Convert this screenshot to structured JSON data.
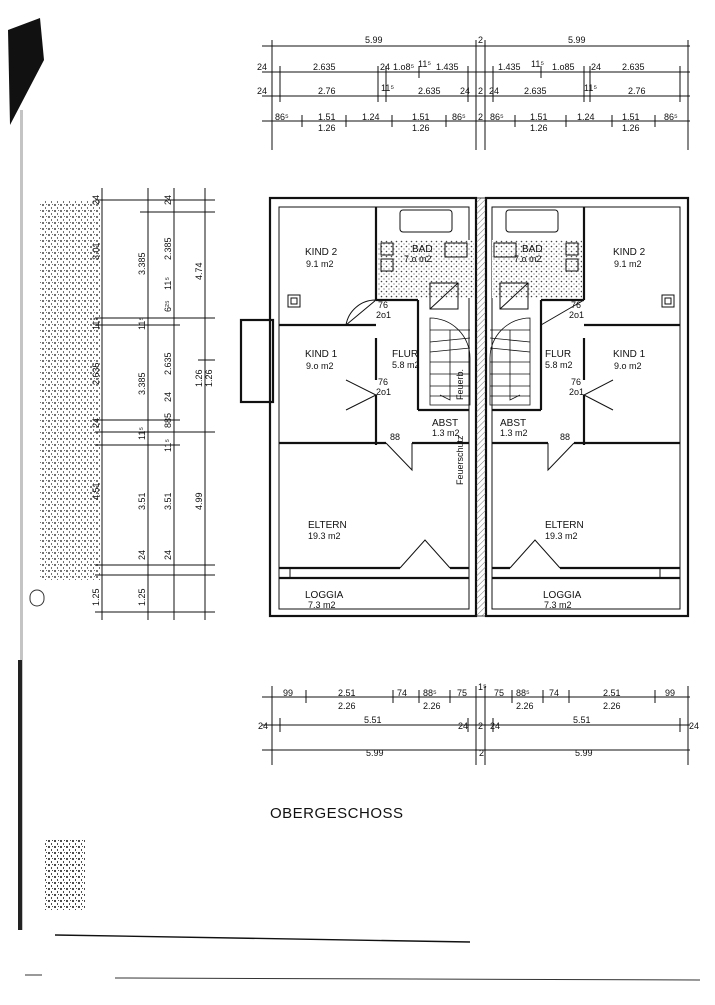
{
  "title": "OBERGESCHOSS",
  "rooms": {
    "left": {
      "kind2": {
        "name": "KIND 2",
        "area": "9.1 m2"
      },
      "kind1": {
        "name": "KIND 1",
        "area": "9.o m2"
      },
      "bad": {
        "name": "BAD",
        "area": "7.o m2"
      },
      "flur": {
        "name": "FLUR",
        "area": "5.8 m2"
      },
      "abst": {
        "name": "ABST",
        "area": "1.3 m2"
      },
      "eltern": {
        "name": "ELTERN",
        "area": "19.3 m2"
      },
      "loggia": {
        "name": "LOGGIA",
        "area": "7.3 m2"
      }
    },
    "right": {
      "kind2": {
        "name": "KIND 2",
        "area": "9.1 m2"
      },
      "kind1": {
        "name": "KIND 1",
        "area": "9.o m2"
      },
      "bad": {
        "name": "BAD",
        "area": "7.o m2"
      },
      "flur": {
        "name": "FLUR",
        "area": "5.8 m2"
      },
      "abst": {
        "name": "ABST",
        "area": "1.3 m2"
      },
      "eltern": {
        "name": "ELTERN",
        "area": "19.3 m2"
      },
      "loggia": {
        "name": "LOGGIA",
        "area": "7.3 m2"
      }
    }
  },
  "wall_labels": {
    "fire": "Feuerschutz",
    "fire_short": "Feuerb."
  },
  "door_labels": {
    "d76": "76",
    "d201": "2o1",
    "d88": "88"
  },
  "dims_top": {
    "row1": [
      "5.99",
      "2",
      "5.99"
    ],
    "row2": [
      "24",
      "2.635",
      "24",
      "1.o8⁵",
      "11⁵",
      "1.435",
      "1.435",
      "11⁵",
      "1.o85",
      "24",
      "2.635"
    ],
    "row3": [
      "24",
      "2.76",
      "11⁵",
      "2.635",
      "24",
      "2",
      "24",
      "2.635",
      "11⁵",
      "2.76"
    ],
    "row4a": [
      "86⁵",
      "1.51",
      "1.24",
      "1.51",
      "86⁵",
      "2",
      "86⁵",
      "1.51",
      "1.24",
      "1.51",
      "86⁵"
    ],
    "row4b": [
      "1.26",
      "1.26",
      "1.26",
      "1.26"
    ]
  },
  "dims_bottom": {
    "row1a": [
      "99",
      "2.51",
      "74",
      "88⁵",
      "75",
      "1⁵",
      "75",
      "88⁵",
      "74",
      "2.51",
      "99"
    ],
    "row1b": [
      "2.26",
      "2.26",
      "2.26",
      "2.26"
    ],
    "row2": [
      "24",
      "5.51",
      "24",
      "2",
      "24",
      "5.51",
      "24"
    ],
    "row3": [
      "5.99",
      "2",
      "5.99"
    ]
  },
  "dims_left": {
    "col1": [
      "24",
      "3.01",
      "11⁵",
      "2.635",
      "24",
      "4.51",
      "1.25"
    ],
    "col2": [
      "3.385",
      "11⁵",
      "3.385",
      "11⁵",
      "3.51",
      "24",
      "1.25"
    ],
    "col3": [
      "24",
      "2.385",
      "11⁵",
      "6²⁵",
      "2.635",
      "24",
      "885",
      "11⁵",
      "3.51",
      "24"
    ],
    "col4": [
      "4.74",
      "1.26",
      "1.26",
      "4.99"
    ]
  }
}
